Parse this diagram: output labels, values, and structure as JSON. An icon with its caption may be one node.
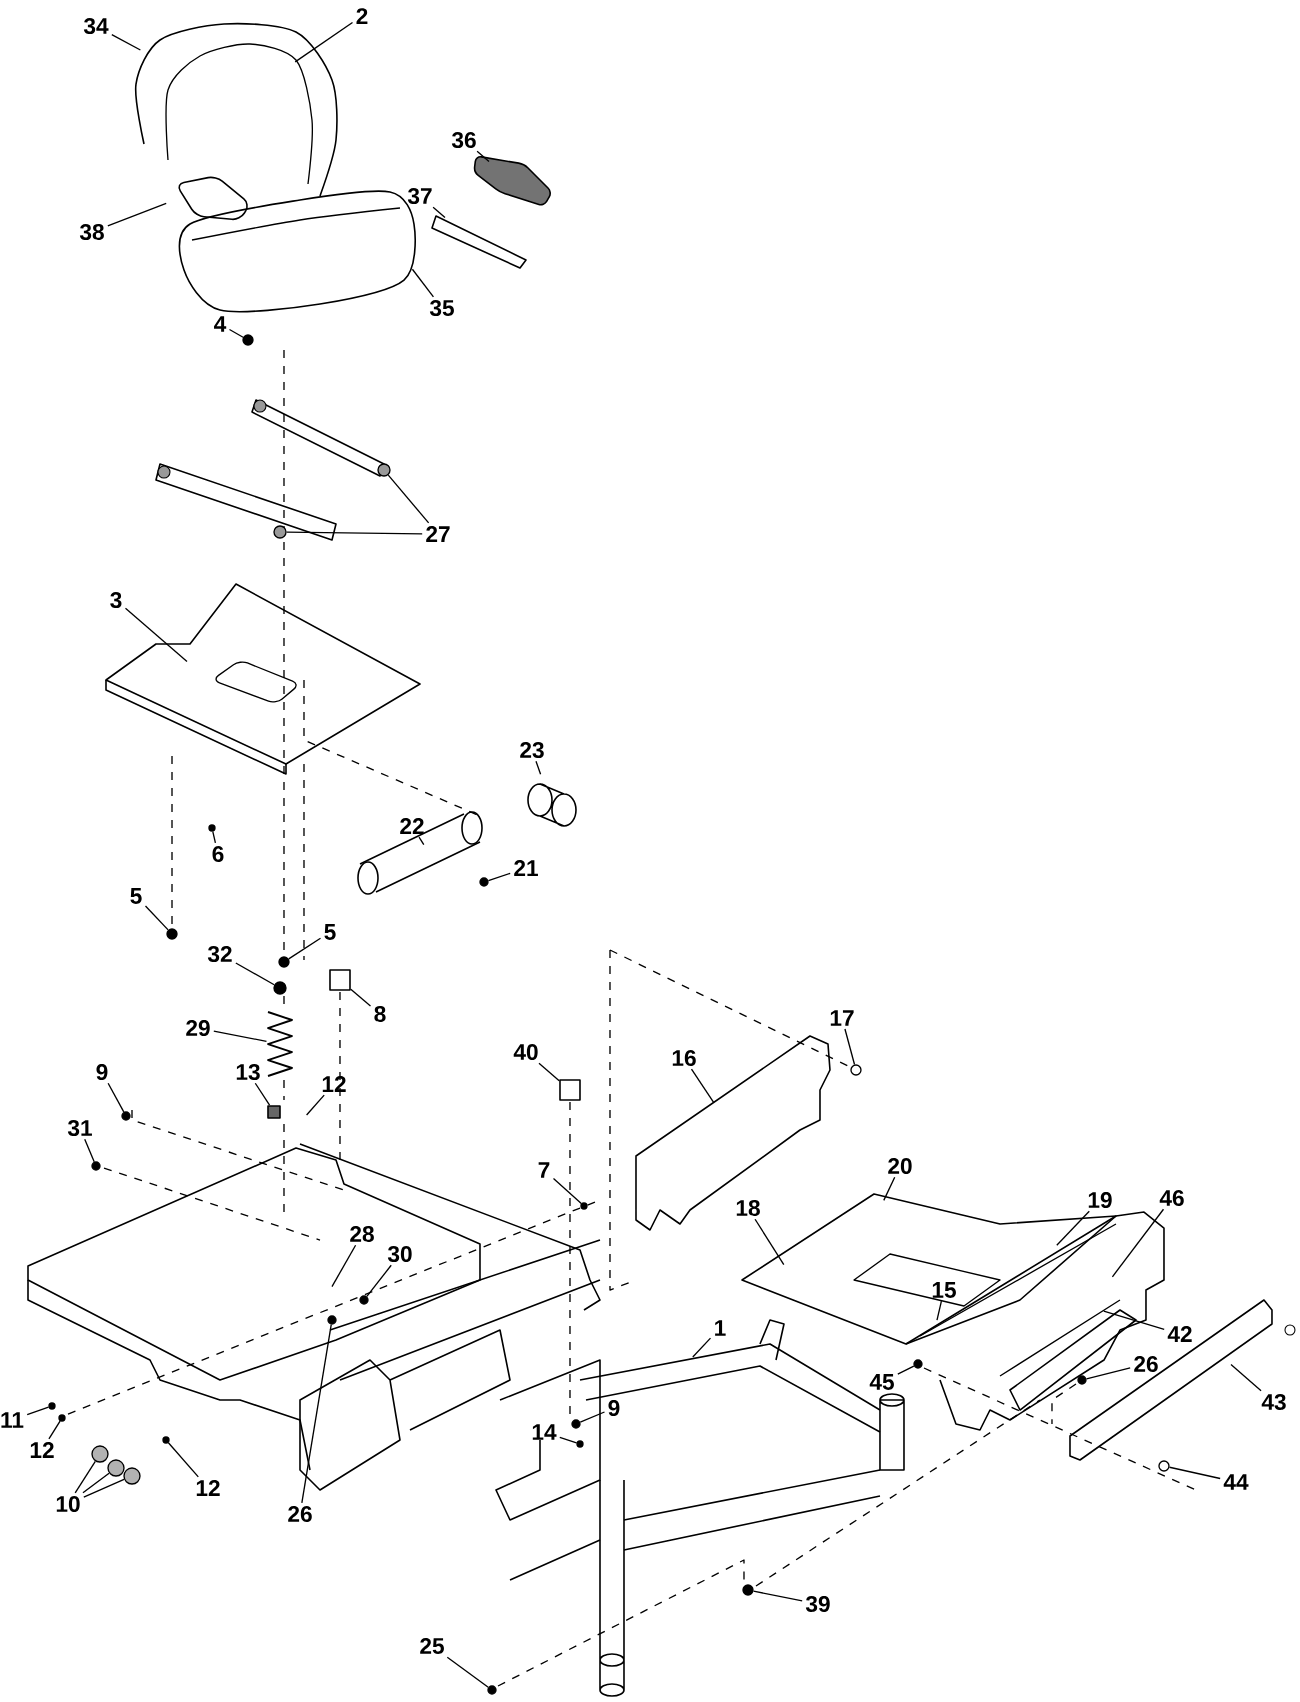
{
  "diagram": {
    "nodes": [
      {
        "text": [
          "2"
        ]
      },
      {
        "text": [
          "34"
        ]
      },
      {
        "text": [
          "36"
        ]
      },
      {
        "text": [
          "37"
        ]
      },
      {
        "text": [
          "38"
        ]
      },
      {
        "text": [
          "35"
        ]
      },
      {
        "text": [
          "4"
        ]
      },
      {
        "text": [
          "27"
        ]
      },
      {
        "text": [
          "3"
        ]
      },
      {
        "text": [
          "23"
        ]
      },
      {
        "text": [
          "22"
        ]
      },
      {
        "text": [
          "6"
        ]
      },
      {
        "text": [
          "21"
        ]
      },
      {
        "text": [
          "5"
        ]
      },
      {
        "text": [
          "5"
        ]
      },
      {
        "text": [
          "32"
        ]
      },
      {
        "text": [
          "8"
        ]
      },
      {
        "text": [
          "29"
        ]
      },
      {
        "text": [
          "17"
        ]
      },
      {
        "text": [
          "40"
        ]
      },
      {
        "text": [
          "16"
        ]
      },
      {
        "text": [
          "9"
        ]
      },
      {
        "text": [
          "13"
        ]
      },
      {
        "text": [
          "12"
        ]
      },
      {
        "text": [
          "31"
        ]
      },
      {
        "text": [
          "20"
        ]
      },
      {
        "text": [
          "7"
        ]
      },
      {
        "text": [
          "19"
        ]
      },
      {
        "text": [
          "46"
        ]
      },
      {
        "text": [
          "18"
        ]
      },
      {
        "text": [
          "28"
        ]
      },
      {
        "text": [
          "30"
        ]
      },
      {
        "text": [
          "15"
        ]
      },
      {
        "text": [
          "42"
        ]
      },
      {
        "text": [
          "1"
        ]
      },
      {
        "text": [
          "26"
        ]
      },
      {
        "text": [
          "45"
        ]
      },
      {
        "text": [
          "43"
        ]
      },
      {
        "text": [
          "9"
        ]
      },
      {
        "text": [
          "11"
        ]
      },
      {
        "text": [
          "14"
        ]
      },
      {
        "text": [
          "12"
        ]
      },
      {
        "text": [
          "44"
        ]
      },
      {
        "text": [
          "12"
        ]
      },
      {
        "text": [
          "10"
        ]
      },
      {
        "text": [
          "26"
        ]
      },
      {
        "text": [
          "39"
        ]
      },
      {
        "text": [
          "25"
        ]
      },
      {
        "text": [],
        "shape": "circle"
      },
      {
        "text": [],
        "shape": "circle"
      },
      {
        "text": [],
        "shape": "circle"
      },
      {
        "text": [],
        "shape": "circle"
      },
      {
        "text": [],
        "shape": "circle"
      },
      {
        "text": [],
        "shape": "circle"
      },
      {
        "text": [],
        "shape": "circle"
      },
      {
        "text": [],
        "shape": "box"
      },
      {
        "text": [],
        "shape": "circle"
      },
      {
        "text": [],
        "shape": "spring"
      },
      {
        "text": [],
        "shape": "circle"
      },
      {
        "text": [],
        "shape": "box"
      },
      {
        "text": [],
        "shape": "box"
      },
      {
        "text": [],
        "shape": "circle"
      },
      {
        "text": [],
        "shape": "circle"
      },
      {
        "text": [],
        "shape": "circle"
      },
      {
        "text": [],
        "shape": "circle"
      },
      {
        "text": [],
        "shape": "circle"
      },
      {
        "text": [],
        "shape": "circle"
      },
      {
        "text": [],
        "shape": "circle"
      },
      {
        "text": [],
        "shape": "circle"
      },
      {
        "text": [],
        "shape": "circle"
      },
      {
        "text": [],
        "shape": "circle"
      },
      {
        "text": [],
        "shape": "circle"
      },
      {
        "text": [],
        "shape": "circle"
      },
      {
        "text": [],
        "shape": "circle"
      },
      {
        "text": [],
        "shape": "circle"
      },
      {
        "text": [],
        "shape": "circle"
      },
      {
        "text": [],
        "shape": "circle"
      },
      {
        "text": [],
        "shape": "circle"
      },
      {
        "text": [],
        "shape": "circle"
      }
    ],
    "edges": [
      {
        "from": 0,
        "to": null,
        "arrow": "none"
      },
      {
        "from": 1,
        "to": null,
        "arrow": "none"
      },
      {
        "from": 2,
        "to": null,
        "arrow": "none"
      },
      {
        "from": 3,
        "to": null,
        "arrow": "none"
      },
      {
        "from": 4,
        "to": null,
        "arrow": "none"
      },
      {
        "from": 5,
        "to": null,
        "arrow": "none"
      },
      {
        "from": 6,
        "to": 48,
        "arrow": "none"
      },
      {
        "from": 7,
        "to": 49,
        "arrow": "none"
      },
      {
        "from": 7,
        "to": 50,
        "arrow": "none"
      },
      {
        "from": 8,
        "to": null,
        "arrow": "none"
      },
      {
        "from": 9,
        "to": null,
        "arrow": "none"
      },
      {
        "from": 10,
        "to": null,
        "arrow": "none"
      },
      {
        "from": 11,
        "to": 51,
        "arrow": "none"
      },
      {
        "from": 12,
        "to": 52,
        "arrow": "none"
      },
      {
        "from": 13,
        "to": 53,
        "arrow": "none"
      },
      {
        "from": 14,
        "to": 54,
        "arrow": "none"
      },
      {
        "from": 15,
        "to": 56,
        "arrow": "none"
      },
      {
        "from": 16,
        "to": 55,
        "arrow": "none"
      },
      {
        "from": 17,
        "to": 57,
        "arrow": "none"
      },
      {
        "from": 18,
        "to": 58,
        "arrow": "none"
      },
      {
        "from": 19,
        "to": 59,
        "arrow": "none"
      },
      {
        "from": 20,
        "to": null,
        "arrow": "none"
      },
      {
        "from": 21,
        "to": 61,
        "arrow": "none"
      },
      {
        "from": 22,
        "to": 60,
        "arrow": "none"
      },
      {
        "from": 23,
        "to": null,
        "arrow": "none"
      },
      {
        "from": 24,
        "to": 62,
        "arrow": "none"
      },
      {
        "from": 25,
        "to": null,
        "arrow": "none"
      },
      {
        "from": 26,
        "to": 63,
        "arrow": "none"
      },
      {
        "from": 27,
        "to": null,
        "arrow": "none"
      },
      {
        "from": 28,
        "to": null,
        "arrow": "none"
      },
      {
        "from": 29,
        "to": null,
        "arrow": "none"
      },
      {
        "from": 30,
        "to": null,
        "arrow": "none"
      },
      {
        "from": 31,
        "to": 64,
        "arrow": "none"
      },
      {
        "from": 32,
        "to": null,
        "arrow": "none"
      },
      {
        "from": 33,
        "to": null,
        "arrow": "none"
      },
      {
        "from": 34,
        "to": null,
        "arrow": "none"
      },
      {
        "from": 35,
        "to": 67,
        "arrow": "none"
      },
      {
        "from": 36,
        "to": 66,
        "arrow": "none"
      },
      {
        "from": 37,
        "to": null,
        "arrow": "none"
      },
      {
        "from": 38,
        "to": 70,
        "arrow": "none"
      },
      {
        "from": 39,
        "to": 68,
        "arrow": "none"
      },
      {
        "from": 40,
        "to": 72,
        "arrow": "none"
      },
      {
        "from": 41,
        "to": 69,
        "arrow": "none"
      },
      {
        "from": 42,
        "to": 74,
        "arrow": "none"
      },
      {
        "from": 43,
        "to": 71,
        "arrow": "none"
      },
      {
        "from": 44,
        "to": 73,
        "arrow": "none"
      },
      {
        "from": 44,
        "to": 75,
        "arrow": "none"
      },
      {
        "from": 44,
        "to": 76,
        "arrow": "none"
      },
      {
        "from": 45,
        "to": 65,
        "arrow": "none"
      },
      {
        "from": 46,
        "to": 77,
        "arrow": "none"
      },
      {
        "from": 47,
        "to": 78,
        "arrow": "none"
      }
    ]
  }
}
